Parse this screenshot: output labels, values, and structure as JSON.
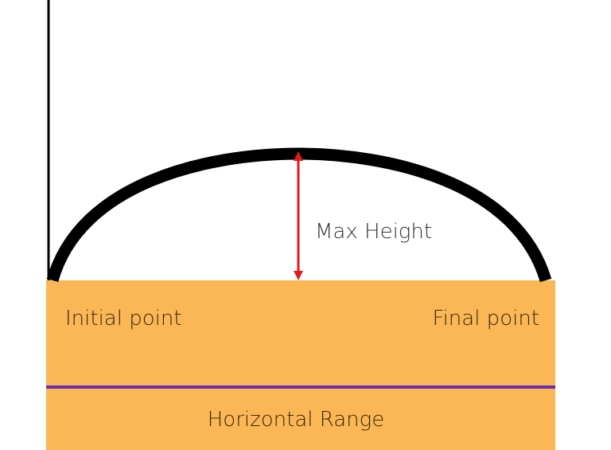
{
  "labels": {
    "max_height": "Max Height",
    "initial_point": "Initial point",
    "final_point": "Final point",
    "horizontal_range": "Horizontal Range"
  },
  "colors": {
    "ground": "#FBB755",
    "range_line": "#6A2BB0",
    "trajectory": "#000000",
    "arrow": "#E01B1B"
  }
}
